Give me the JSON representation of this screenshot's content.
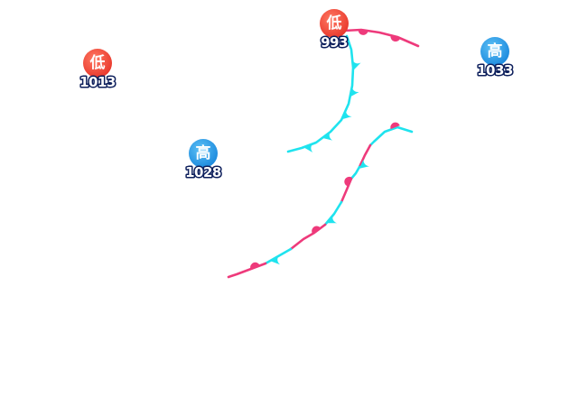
{
  "colors": {
    "low_center_fill": "#e8352a",
    "low_center_highlight": "#ff7a63",
    "high_center_fill": "#1a88dd",
    "high_center_highlight": "#5cc0f5",
    "pressure_value_outline": "#0c1e5b",
    "warm_front": "#ee3a7b",
    "cold_front": "#1fe3ee"
  },
  "pressure_centers": [
    {
      "id": "low-west",
      "kind": "low",
      "label": "低",
      "value": "1013"
    },
    {
      "id": "low-north",
      "kind": "low",
      "label": "低",
      "value": "993"
    },
    {
      "id": "high-east",
      "kind": "high",
      "label": "高",
      "value": "1033"
    },
    {
      "id": "high-central",
      "kind": "high",
      "label": "高",
      "value": "1028"
    }
  ],
  "fronts": [
    {
      "id": "front-north-warm",
      "type": "warm"
    },
    {
      "id": "front-north-cold",
      "type": "cold"
    },
    {
      "id": "front-south-occluded",
      "type": "stationary"
    }
  ]
}
